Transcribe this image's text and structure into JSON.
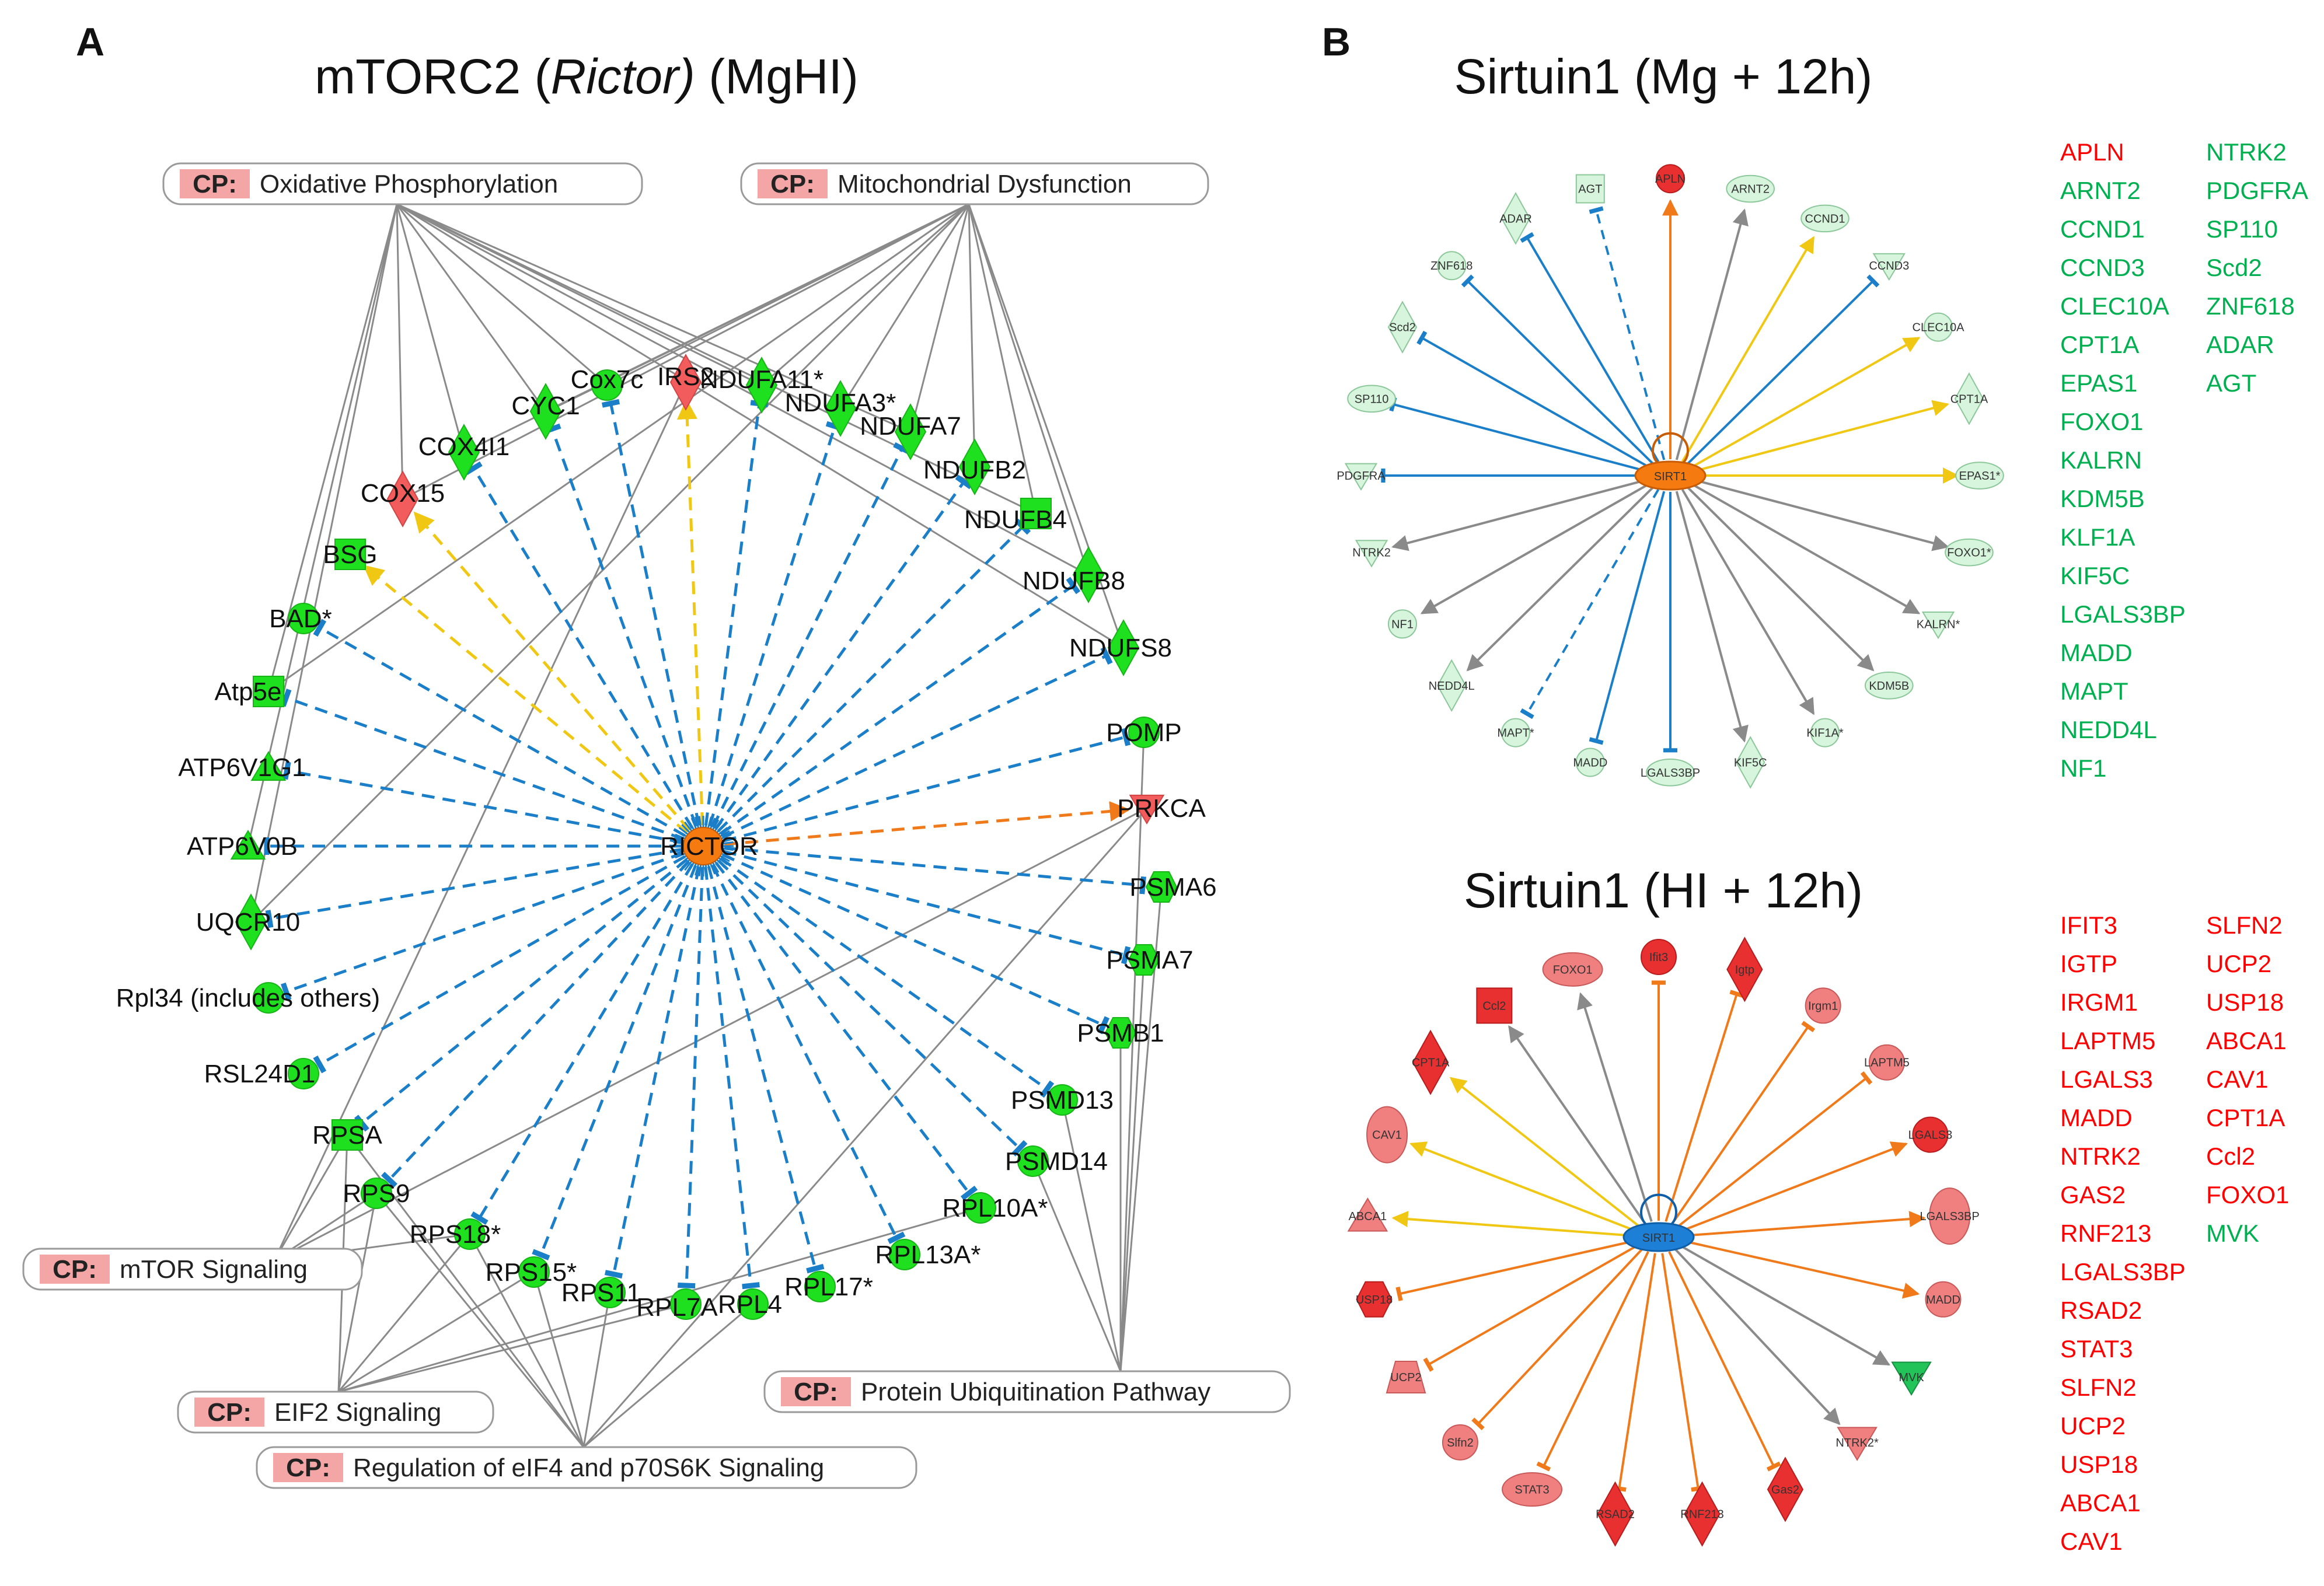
{
  "colors": {
    "up_red": "#ff0000",
    "down_green": "#00b050",
    "node_green": "#1ee01e",
    "node_red": "#f25c5c",
    "hub_orange": "#f57a10",
    "hub_blue": "#1e7fd6",
    "edge_blue": "#1a7fc8",
    "edge_yellow": "#f0c814",
    "edge_orange": "#f07a1a",
    "edge_gray": "#8a8a8a",
    "cp_tag_bg": "#f4a6a6"
  },
  "panelA": {
    "letter": "A",
    "title_pre": "mTORC2 (",
    "title_italic": "Rictor)",
    "title_post": " (MgHI)",
    "hub": "RICTOR",
    "cp_tag": "CP:",
    "pathways": [
      {
        "id": "oxphos",
        "label": "Oxidative Phosphorylation"
      },
      {
        "id": "mito",
        "label": "Mitochondrial Dysfunction"
      },
      {
        "id": "mtor",
        "label": "mTOR Signaling"
      },
      {
        "id": "eif2",
        "label": "EIF2 Signaling"
      },
      {
        "id": "eif4",
        "label": "Regulation of eIF4 and p70S6K Signaling"
      },
      {
        "id": "ubq",
        "label": "Protein Ubiquitination Pathway"
      }
    ],
    "nodes": [
      {
        "label": "COX15",
        "shape": "diamond",
        "color": "red",
        "edge": "yellow"
      },
      {
        "label": "COX4I1",
        "shape": "diamond",
        "color": "green",
        "edge": "blue"
      },
      {
        "label": "CYC1",
        "shape": "diamond",
        "color": "green",
        "edge": "blue"
      },
      {
        "label": "Cox7c",
        "shape": "circle",
        "color": "green",
        "edge": "blue"
      },
      {
        "label": "IRS2",
        "shape": "diamond",
        "color": "red",
        "edge": "yellow"
      },
      {
        "label": "NDUFA11*",
        "shape": "diamond",
        "color": "green",
        "edge": "blue"
      },
      {
        "label": "NDUFA3*",
        "shape": "diamond",
        "color": "green",
        "edge": "blue"
      },
      {
        "label": "NDUFA7",
        "shape": "diamond",
        "color": "green",
        "edge": "blue"
      },
      {
        "label": "NDUFB2",
        "shape": "diamond",
        "color": "green",
        "edge": "blue"
      },
      {
        "label": "NDUFB4",
        "shape": "square",
        "color": "green",
        "edge": "blue"
      },
      {
        "label": "NDUFB8",
        "shape": "diamond",
        "color": "green",
        "edge": "blue"
      },
      {
        "label": "NDUFS8",
        "shape": "diamond",
        "color": "green",
        "edge": "blue"
      },
      {
        "label": "POMP",
        "shape": "circle",
        "color": "green",
        "edge": "blue"
      },
      {
        "label": "PRKCA",
        "shape": "triangle-down",
        "color": "red",
        "edge": "orange"
      },
      {
        "label": "PSMA6",
        "shape": "hexagon",
        "color": "green",
        "edge": "blue"
      },
      {
        "label": "PSMA7",
        "shape": "hexagon",
        "color": "green",
        "edge": "blue"
      },
      {
        "label": "PSMB1",
        "shape": "hexagon",
        "color": "green",
        "edge": "blue"
      },
      {
        "label": "PSMD13",
        "shape": "circle",
        "color": "green",
        "edge": "blue"
      },
      {
        "label": "PSMD14",
        "shape": "circle",
        "color": "green",
        "edge": "blue"
      },
      {
        "label": "RPL10A*",
        "shape": "circle",
        "color": "green",
        "edge": "blue"
      },
      {
        "label": "RPL13A*",
        "shape": "circle",
        "color": "green",
        "edge": "blue"
      },
      {
        "label": "RPL17*",
        "shape": "circle",
        "color": "green",
        "edge": "blue"
      },
      {
        "label": "RPL4",
        "shape": "circle",
        "color": "green",
        "edge": "blue"
      },
      {
        "label": "RPL7A",
        "shape": "circle",
        "color": "green",
        "edge": "blue"
      },
      {
        "label": "RPS11",
        "shape": "circle",
        "color": "green",
        "edge": "blue"
      },
      {
        "label": "RPS15*",
        "shape": "circle",
        "color": "green",
        "edge": "blue"
      },
      {
        "label": "RPS18*",
        "shape": "circle",
        "color": "green",
        "edge": "blue"
      },
      {
        "label": "RPS9",
        "shape": "circle",
        "color": "green",
        "edge": "blue"
      },
      {
        "label": "RPSA",
        "shape": "square",
        "color": "green",
        "edge": "blue"
      },
      {
        "label": "RSL24D1",
        "shape": "circle",
        "color": "green",
        "edge": "blue"
      },
      {
        "label": "Rpl34 (includes others)",
        "shape": "circle",
        "color": "green",
        "edge": "blue"
      },
      {
        "label": "UQCR10",
        "shape": "diamond",
        "color": "green",
        "edge": "blue"
      },
      {
        "label": "ATP6V0B",
        "shape": "triangle",
        "color": "green",
        "edge": "blue"
      },
      {
        "label": "ATP6V1G1",
        "shape": "triangle",
        "color": "green",
        "edge": "blue"
      },
      {
        "label": "Atp5e",
        "shape": "square",
        "color": "green",
        "edge": "blue"
      },
      {
        "label": "BAD*",
        "shape": "circle",
        "color": "green",
        "edge": "blue"
      },
      {
        "label": "BSG",
        "shape": "square",
        "color": "green",
        "edge": "yellow"
      }
    ]
  },
  "panelB": {
    "letter": "B",
    "mg": {
      "title": "Sirtuin1 (Mg + 12h)",
      "hub": "SIRT1",
      "nodes": [
        {
          "label": "APLN",
          "shape": "circle",
          "tone": "red",
          "edge": "orange-arrow"
        },
        {
          "label": "ARNT2",
          "shape": "ellipse",
          "tone": "pale",
          "edge": "gray-arrow"
        },
        {
          "label": "CCND1",
          "shape": "ellipse",
          "tone": "pale",
          "edge": "yellow-arrow"
        },
        {
          "label": "CCND3",
          "shape": "triangle-down",
          "tone": "pale",
          "edge": "blue-bar"
        },
        {
          "label": "CLEC10A",
          "shape": "circle",
          "tone": "pale",
          "edge": "yellow-arrow"
        },
        {
          "label": "CPT1A",
          "shape": "diamond",
          "tone": "pale",
          "edge": "yellow-arrow"
        },
        {
          "label": "EPAS1*",
          "shape": "ellipse",
          "tone": "pale",
          "edge": "yellow-arrow"
        },
        {
          "label": "FOXO1*",
          "shape": "ellipse",
          "tone": "pale",
          "edge": "gray-arrow"
        },
        {
          "label": "KALRN*",
          "shape": "triangle-down",
          "tone": "pale",
          "edge": "gray-arrow"
        },
        {
          "label": "KDM5B",
          "shape": "ellipse",
          "tone": "pale",
          "edge": "gray-arrow"
        },
        {
          "label": "KIF1A*",
          "shape": "circle",
          "tone": "pale",
          "edge": "gray-arrow"
        },
        {
          "label": "KIF5C",
          "shape": "diamond",
          "tone": "pale",
          "edge": "gray-arrow"
        },
        {
          "label": "LGALS3BP",
          "shape": "ellipse",
          "tone": "pale",
          "edge": "blue-bar"
        },
        {
          "label": "MADD",
          "shape": "circle",
          "tone": "pale",
          "edge": "blue-bar"
        },
        {
          "label": "MAPT*",
          "shape": "circle",
          "tone": "pale",
          "edge": "blue-dash"
        },
        {
          "label": "NEDD4L",
          "shape": "diamond",
          "tone": "pale",
          "edge": "gray-arrow"
        },
        {
          "label": "NF1",
          "shape": "circle",
          "tone": "pale",
          "edge": "gray-arrow"
        },
        {
          "label": "NTRK2",
          "shape": "triangle-down",
          "tone": "pale",
          "edge": "gray-arrow"
        },
        {
          "label": "PDGFRA",
          "shape": "triangle-down",
          "tone": "pale",
          "edge": "blue-bar"
        },
        {
          "label": "SP110",
          "shape": "ellipse",
          "tone": "pale",
          "edge": "blue-bar"
        },
        {
          "label": "Scd2",
          "shape": "diamond",
          "tone": "pale",
          "edge": "blue-bar"
        },
        {
          "label": "ZNF618",
          "shape": "circle",
          "tone": "pale",
          "edge": "blue-bar"
        },
        {
          "label": "ADAR",
          "shape": "diamond",
          "tone": "pale",
          "edge": "blue-bar"
        },
        {
          "label": "AGT",
          "shape": "square",
          "tone": "pale",
          "edge": "blue-dash"
        }
      ],
      "list_col1": [
        {
          "text": "APLN",
          "color": "red"
        },
        {
          "text": "ARNT2",
          "color": "green"
        },
        {
          "text": "CCND1",
          "color": "green"
        },
        {
          "text": "CCND3",
          "color": "green"
        },
        {
          "text": "CLEC10A",
          "color": "green"
        },
        {
          "text": "CPT1A",
          "color": "green"
        },
        {
          "text": "EPAS1",
          "color": "green"
        },
        {
          "text": "FOXO1",
          "color": "green"
        },
        {
          "text": "KALRN",
          "color": "green"
        },
        {
          "text": "KDM5B",
          "color": "green"
        },
        {
          "text": "KLF1A",
          "color": "green"
        },
        {
          "text": "KIF5C",
          "color": "green"
        },
        {
          "text": "LGALS3BP",
          "color": "green"
        },
        {
          "text": "MADD",
          "color": "green"
        },
        {
          "text": "MAPT",
          "color": "green"
        },
        {
          "text": "NEDD4L",
          "color": "green"
        },
        {
          "text": "NF1",
          "color": "green"
        }
      ],
      "list_col2": [
        {
          "text": "NTRK2",
          "color": "green"
        },
        {
          "text": "PDGFRA",
          "color": "green"
        },
        {
          "text": "SP110",
          "color": "green"
        },
        {
          "text": "Scd2",
          "color": "green"
        },
        {
          "text": "ZNF618",
          "color": "green"
        },
        {
          "text": "ADAR",
          "color": "green"
        },
        {
          "text": "AGT",
          "color": "green"
        }
      ]
    },
    "hi": {
      "title": "Sirtuin1 (HI + 12h)",
      "hub": "SIRT1",
      "nodes": [
        {
          "label": "Ifit3",
          "shape": "circle",
          "tone": "red",
          "edge": "orange-bar"
        },
        {
          "label": "Igtp",
          "shape": "diamond",
          "tone": "red",
          "edge": "orange-bar"
        },
        {
          "label": "Irgm1",
          "shape": "circle",
          "tone": "salmon",
          "edge": "orange-bar"
        },
        {
          "label": "LAPTM5",
          "shape": "circle",
          "tone": "salmon",
          "edge": "orange-bar"
        },
        {
          "label": "LGALS3",
          "shape": "circle",
          "tone": "red",
          "edge": "orange-arrow"
        },
        {
          "label": "LGALS3BP",
          "shape": "ellipse-tall",
          "tone": "salmon",
          "edge": "orange-arrow"
        },
        {
          "label": "MADD",
          "shape": "circle",
          "tone": "salmon",
          "edge": "orange-arrow"
        },
        {
          "label": "MVK",
          "shape": "triangle-down",
          "tone": "green",
          "edge": "gray-arrow"
        },
        {
          "label": "NTRK2*",
          "shape": "triangle-down",
          "tone": "salmon",
          "edge": "gray-arrow"
        },
        {
          "label": "Gas2",
          "shape": "diamond",
          "tone": "red",
          "edge": "orange-bar"
        },
        {
          "label": "RNF213",
          "shape": "diamond",
          "tone": "red",
          "edge": "orange-bar"
        },
        {
          "label": "RSAD2",
          "shape": "diamond",
          "tone": "red",
          "edge": "orange-bar"
        },
        {
          "label": "STAT3",
          "shape": "ellipse",
          "tone": "salmon",
          "edge": "orange-bar"
        },
        {
          "label": "Slfn2",
          "shape": "circle",
          "tone": "salmon",
          "edge": "orange-bar"
        },
        {
          "label": "UCP2",
          "shape": "trapezoid",
          "tone": "salmon",
          "edge": "orange-bar"
        },
        {
          "label": "USP18",
          "shape": "hexagon",
          "tone": "red",
          "edge": "orange-bar"
        },
        {
          "label": "ABCA1",
          "shape": "triangle",
          "tone": "salmon",
          "edge": "yellow-arrow"
        },
        {
          "label": "CAV1",
          "shape": "ellipse-tall",
          "tone": "salmon",
          "edge": "yellow-arrow"
        },
        {
          "label": "CPT1A",
          "shape": "diamond",
          "tone": "red",
          "edge": "yellow-arrow"
        },
        {
          "label": "Ccl2",
          "shape": "square",
          "tone": "red",
          "edge": "gray-arrow"
        },
        {
          "label": "FOXO1",
          "shape": "ellipse",
          "tone": "salmon",
          "edge": "gray-arrow"
        }
      ],
      "list_col1": [
        {
          "text": "IFIT3",
          "color": "red"
        },
        {
          "text": "IGTP",
          "color": "red"
        },
        {
          "text": "IRGM1",
          "color": "red"
        },
        {
          "text": "LAPTM5",
          "color": "red"
        },
        {
          "text": "LGALS3",
          "color": "red"
        },
        {
          "text": "MADD",
          "color": "red"
        },
        {
          "text": "NTRK2",
          "color": "red"
        },
        {
          "text": "GAS2",
          "color": "red"
        },
        {
          "text": "RNF213",
          "color": "red"
        },
        {
          "text": "LGALS3BP",
          "color": "red"
        },
        {
          "text": "RSAD2",
          "color": "red"
        },
        {
          "text": "STAT3",
          "color": "red"
        },
        {
          "text": "SLFN2",
          "color": "red"
        },
        {
          "text": "UCP2",
          "color": "red"
        },
        {
          "text": "USP18",
          "color": "red"
        },
        {
          "text": "ABCA1",
          "color": "red"
        },
        {
          "text": "CAV1",
          "color": "red"
        }
      ],
      "list_col2": [
        {
          "text": "SLFN2",
          "color": "red"
        },
        {
          "text": "UCP2",
          "color": "red"
        },
        {
          "text": "USP18",
          "color": "red"
        },
        {
          "text": "ABCA1",
          "color": "red"
        },
        {
          "text": "CAV1",
          "color": "red"
        },
        {
          "text": "CPT1A",
          "color": "red"
        },
        {
          "text": "Ccl2",
          "color": "red"
        },
        {
          "text": "FOXO1",
          "color": "red"
        },
        {
          "text": "MVK",
          "color": "green"
        }
      ]
    }
  }
}
